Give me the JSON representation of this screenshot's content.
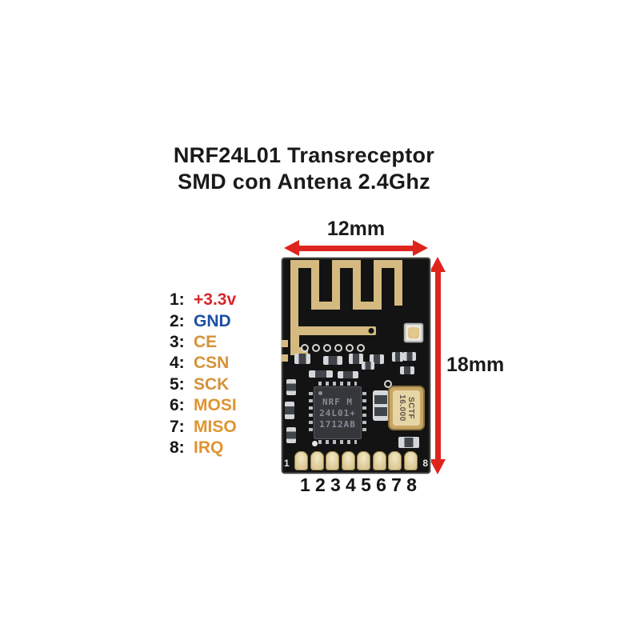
{
  "title": {
    "line1": "NRF24L01 Transreceptor",
    "line2": "SMD con Antena 2.4Ghz"
  },
  "pinout": {
    "pins": [
      {
        "num": "1:",
        "label": "+3.3v",
        "color": "#d8262b"
      },
      {
        "num": "2:",
        "label": "GND",
        "color": "#1d4fa5"
      },
      {
        "num": "3:",
        "label": "CE",
        "color": "#d59238"
      },
      {
        "num": "4:",
        "label": "CSN",
        "color": "#d59238"
      },
      {
        "num": "5:",
        "label": "SCK",
        "color": "#d59238"
      },
      {
        "num": "6:",
        "label": "MOSI",
        "color": "#df9430"
      },
      {
        "num": "7:",
        "label": "MISO",
        "color": "#df9430"
      },
      {
        "num": "8:",
        "label": "IRQ",
        "color": "#df9430"
      }
    ]
  },
  "dimensions": {
    "width": "12mm",
    "height": "18mm",
    "arrow_color": "#df241e"
  },
  "module": {
    "chip": {
      "line1": "NRF M",
      "line2": "24L01+",
      "line3": "1712AB"
    },
    "crystal": {
      "line1": "SCTF",
      "line2": "16.000"
    },
    "corner_left": "1",
    "corner_right": "8",
    "pad_numbers": [
      "1",
      "2",
      "3",
      "4",
      "5",
      "6",
      "7",
      "8"
    ],
    "pcb_color": "#131313",
    "trace_color": "#d4ba80"
  }
}
